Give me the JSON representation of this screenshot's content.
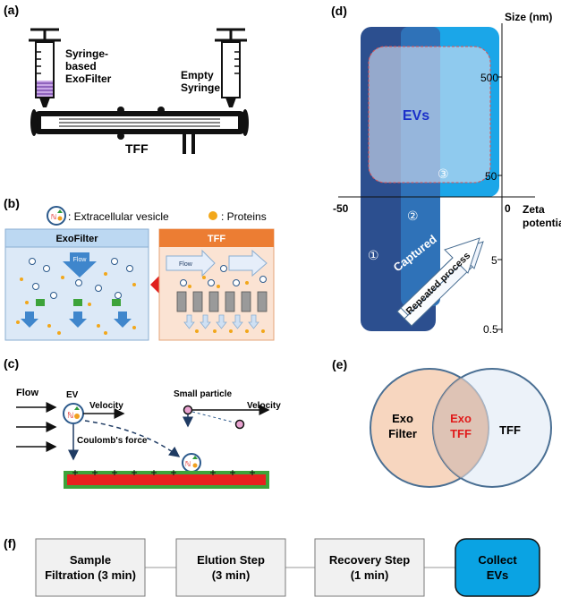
{
  "panels": {
    "a": {
      "label": "(a)",
      "syringe_left": "Syringe-\nbased\nExoFilter",
      "syringe_right": "Empty\nSyringe",
      "tff": "TFF"
    },
    "b": {
      "label": "(b)",
      "legend_ev": ": Extracellular vesicle",
      "legend_protein": ": Proteins",
      "exofilter_title": "ExoFilter",
      "tff_title": "TFF",
      "flow_label": "Flow",
      "flow_label2": "Flow",
      "colors": {
        "exofilter_bg": "#dce9f7",
        "exofilter_header": "#bcd8f2",
        "tff_bg": "#fbe3d3",
        "tff_header": "#ec7d33",
        "arrow": "#e0201d"
      }
    },
    "c": {
      "label": "(c)",
      "flow": "Flow",
      "ev": "EV",
      "velocity": "Velocity",
      "coulomb": "Coulomb's force",
      "small_particle": "Small particle",
      "velocity2": "Velocity",
      "colors": {
        "surface": "#e8201f",
        "surface_border": "#3da33a"
      }
    },
    "d": {
      "label": "(d)",
      "y_title": "Size (nm)",
      "x_title": "Zeta\npotential",
      "y_ticks": [
        "500",
        "50",
        "5",
        "0.5"
      ],
      "x_ticks": [
        "-50",
        "0"
      ],
      "evs": "EVs",
      "captured": "Captured",
      "repeated": "Repeated process",
      "marker_1": "①",
      "marker_2": "②",
      "marker_3": "③",
      "colors": {
        "r1": "#2c4f8f",
        "r2": "#2f72b8",
        "r3": "#1ba6e8",
        "evs_text": "#1a2fc9"
      }
    },
    "e": {
      "label": "(e)",
      "left": "Exo\nFilter",
      "overlap": "Exo\nTFF",
      "right": "TFF",
      "colors": {
        "left_fill": "#f7d6bf",
        "right_fill": "#dde7f4",
        "overlap_text": "#e01b1b",
        "stroke": "#4a6f93"
      }
    },
    "f": {
      "label": "(f)",
      "steps": [
        "Sample\nFiltration (3 min)",
        "Elution Step\n(3 min)",
        "Recovery Step\n(1 min)",
        "Collect\nEVs"
      ],
      "colors": {
        "step_bg": "#f1f1f1",
        "final_bg": "#0aa3e3"
      }
    }
  }
}
